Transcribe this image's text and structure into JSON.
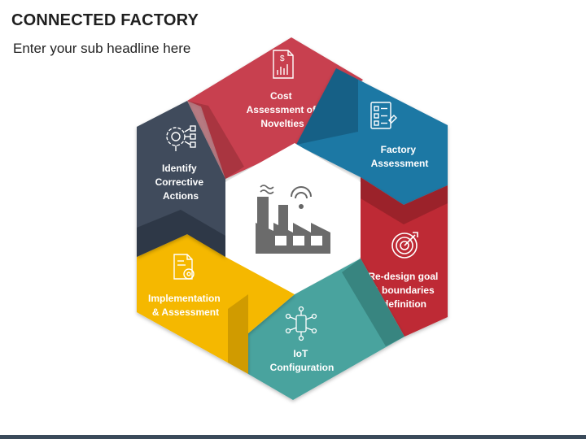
{
  "header": {
    "title": "CONNECTED FACTORY",
    "subtitle": "Enter your sub headline here"
  },
  "segments": [
    {
      "id": "cost",
      "lines": [
        "Cost",
        "Assessment of",
        "Novelties"
      ],
      "color": "#c8414f",
      "icon": "invoice-chart-icon"
    },
    {
      "id": "factory",
      "lines": [
        "Factory",
        "Assessment"
      ],
      "color": "#1f78a4",
      "icon": "checklist-icon"
    },
    {
      "id": "redesign",
      "lines": [
        "Re-design goal",
        "& boundaries",
        "definition"
      ],
      "color": "#be2a34",
      "icon": "target-icon"
    },
    {
      "id": "iot",
      "lines": [
        "IoT",
        "Configuration"
      ],
      "color": "#4aa39e",
      "icon": "iot-network-icon"
    },
    {
      "id": "implementation",
      "lines": [
        "Implementation",
        "& Assessment"
      ],
      "color": "#f5b800",
      "icon": "document-gear-icon"
    },
    {
      "id": "corrective",
      "lines": [
        "Identify",
        "Corrective",
        "Actions"
      ],
      "color": "#3f4b5c",
      "icon": "gear-network-icon"
    }
  ],
  "center": {
    "icon": "smart-factory-icon"
  }
}
